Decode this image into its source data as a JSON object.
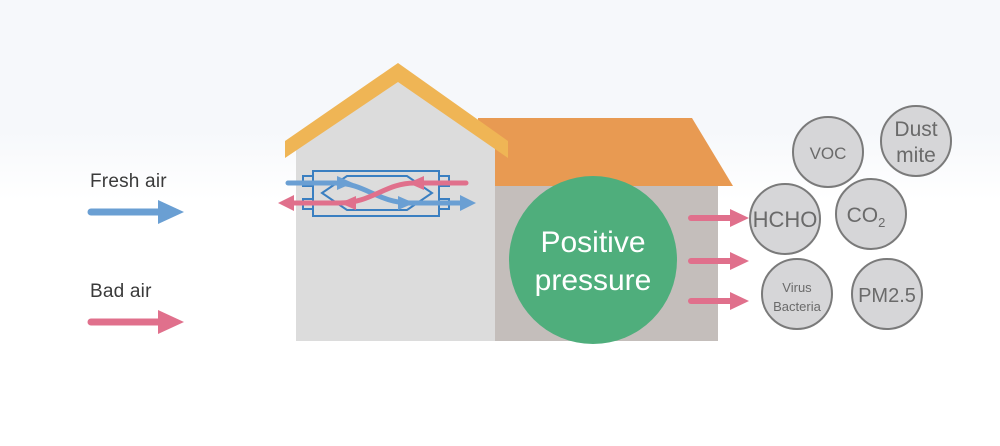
{
  "legend": {
    "fresh_air": "Fresh air",
    "bad_air": "Bad air"
  },
  "pressure": {
    "line1": "Positive",
    "line2": "pressure"
  },
  "pollutants": {
    "voc": "VOC",
    "dust_1": "Dust",
    "dust_2": "mite",
    "hcho": "HCHO",
    "co2_base": "CO",
    "co2_sub": "2",
    "virus": "Virus",
    "bacteria": "Bacteria",
    "pm25": "PM2.5"
  },
  "colors": {
    "fresh": "#6a9fd3",
    "bad": "#e0708c",
    "roof_main": "#efb555",
    "roof_annex": "#e89a52",
    "wall_main": "#dcdcdc",
    "wall_annex": "#c4bebb",
    "pressure_circle": "#4fae7c",
    "pollutant_fill": "#d6d6d8",
    "pollutant_stroke": "#7a7a7a",
    "exchanger": "#3a7fc1"
  }
}
